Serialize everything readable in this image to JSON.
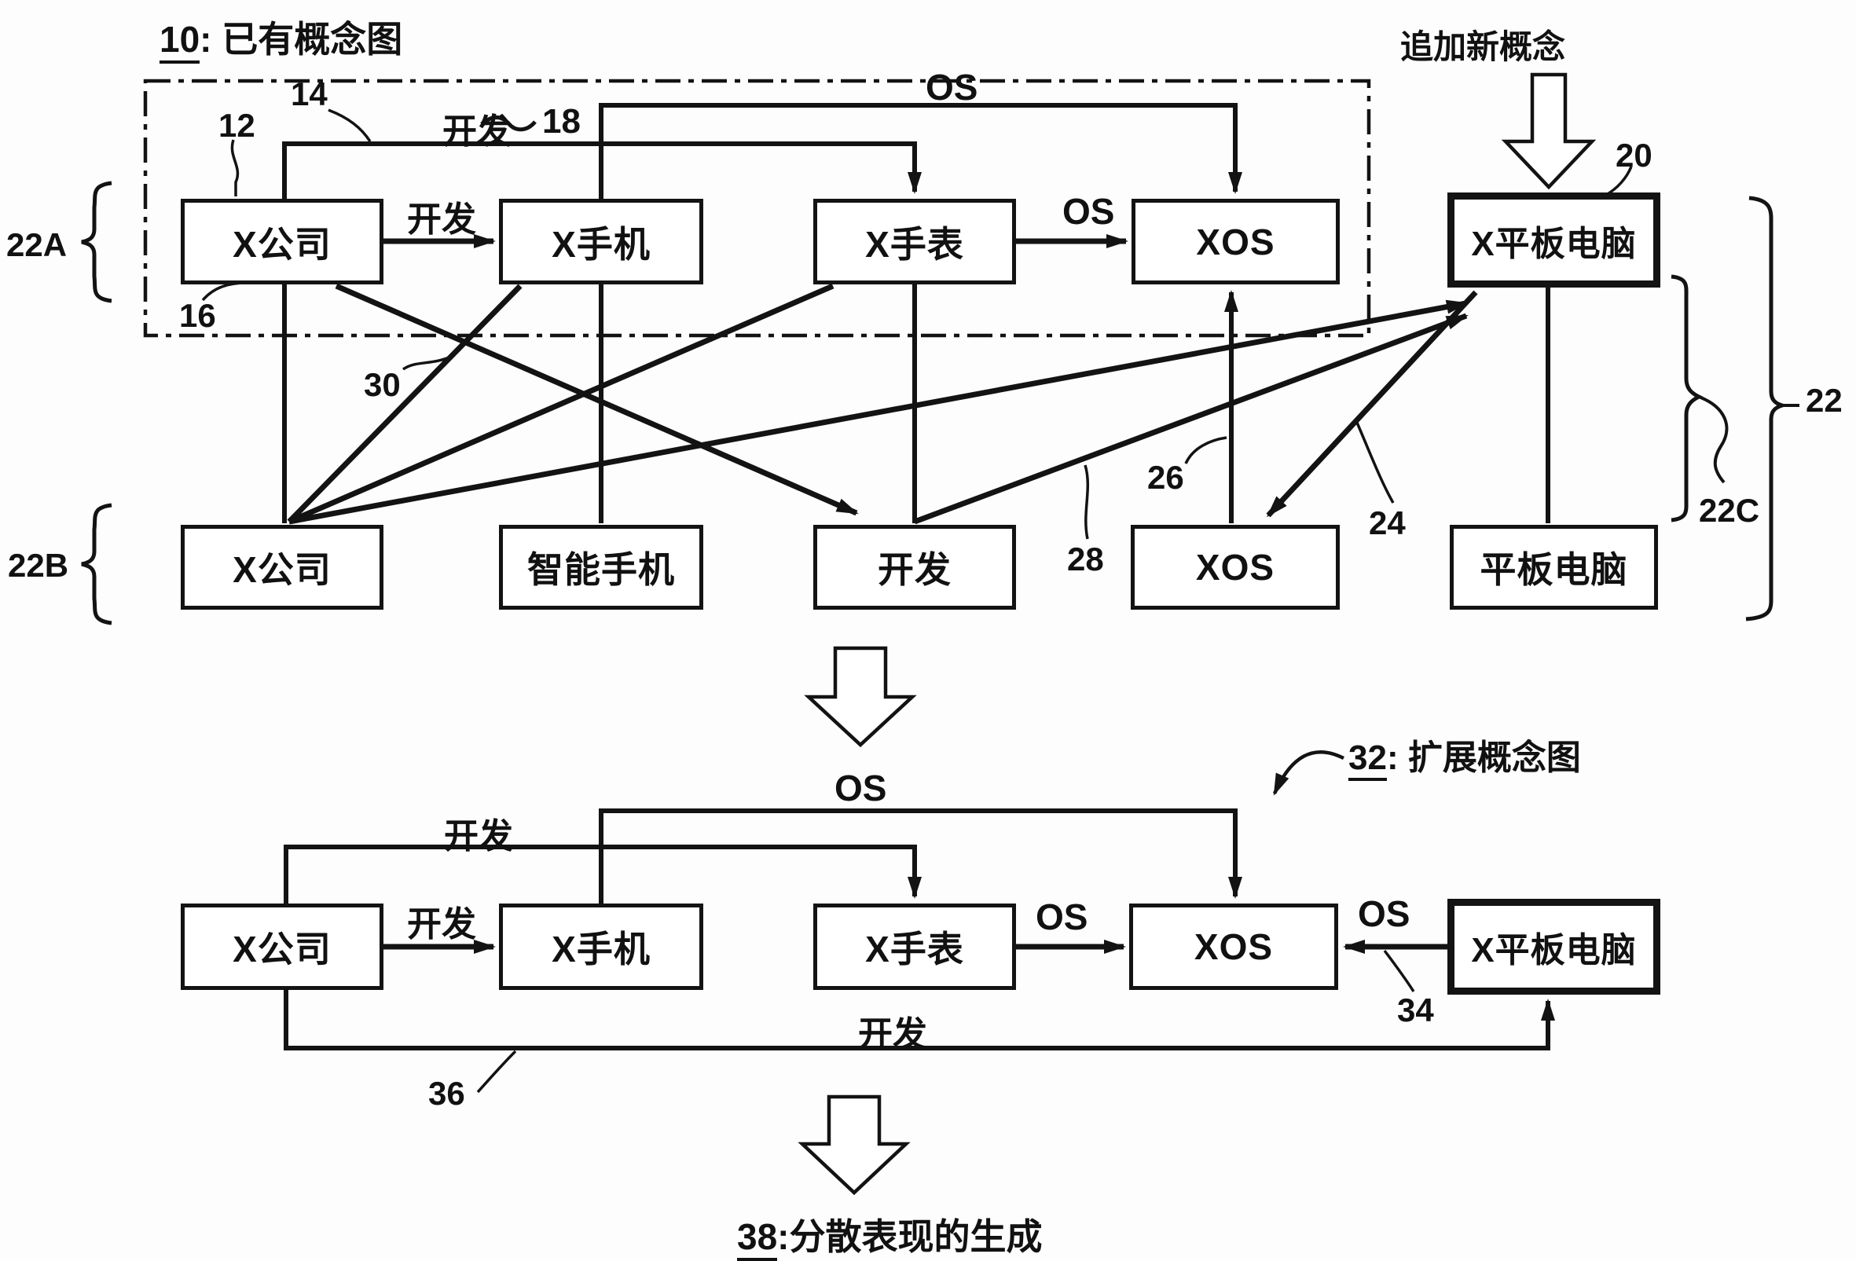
{
  "existing_graph": {
    "ref": "10",
    "title": ": 已有概念图",
    "top_row": [
      "X公司",
      "X手机",
      "X手表",
      "XOS"
    ],
    "new_concept_node": "X平板电脑",
    "bottom_row": [
      "X公司",
      "智能手机",
      "开发",
      "XOS",
      "平板电脑"
    ]
  },
  "expanded_graph": {
    "ref": "32",
    "title": ": 扩展概念图",
    "nodes": [
      "X公司",
      "X手机",
      "X手表",
      "XOS",
      "X平板电脑"
    ]
  },
  "output_step": {
    "ref": "38",
    "title": ":分散表现的生成"
  },
  "annotations": {
    "add_new_concept": "追加新概念"
  },
  "edge_labels": {
    "develop": "开发",
    "os": "OS"
  },
  "refs": {
    "r12": "12",
    "r14": "14",
    "r16": "16",
    "r18": "18",
    "r20": "20",
    "r22": "22",
    "r22a": "22A",
    "r22b": "22B",
    "r22c": "22C",
    "r24": "24",
    "r26": "26",
    "r28": "28",
    "r30": "30",
    "r34": "34",
    "r36": "36"
  },
  "colors": {
    "ink": "#131313",
    "background": "#fdfdfd"
  }
}
